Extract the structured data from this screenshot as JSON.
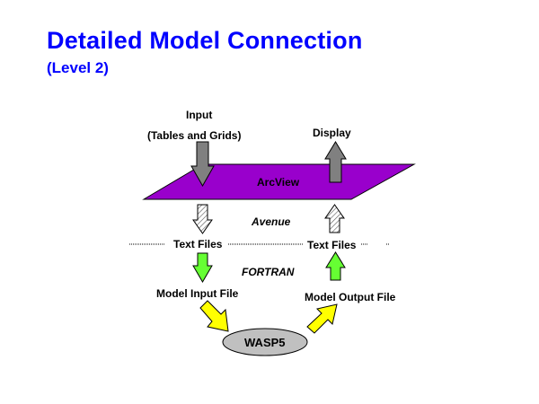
{
  "slide": {
    "title": "Detailed Model Connection",
    "subtitle": "(Level 2)"
  },
  "diagram": {
    "input_label": "Input",
    "input_sublabel": "(Tables and Grids)",
    "display_label": "Display",
    "arcview_label": "ArcView",
    "avenue_label": "Avenue",
    "text_files_left": "Text Files",
    "text_files_right": "Text Files",
    "fortran_label": "FORTRAN",
    "model_input_file": "Model Input File",
    "model_output_file": "Model Output File",
    "wasp_label": "WASP5",
    "colors": {
      "title": "#0000ff",
      "arcview_plane": "#9900cc",
      "gray_arrow": "#808080",
      "green_arrow": "#66ff33",
      "yellow_arrow": "#ffff00",
      "wasp_ellipse": "#c0c0c0"
    }
  }
}
